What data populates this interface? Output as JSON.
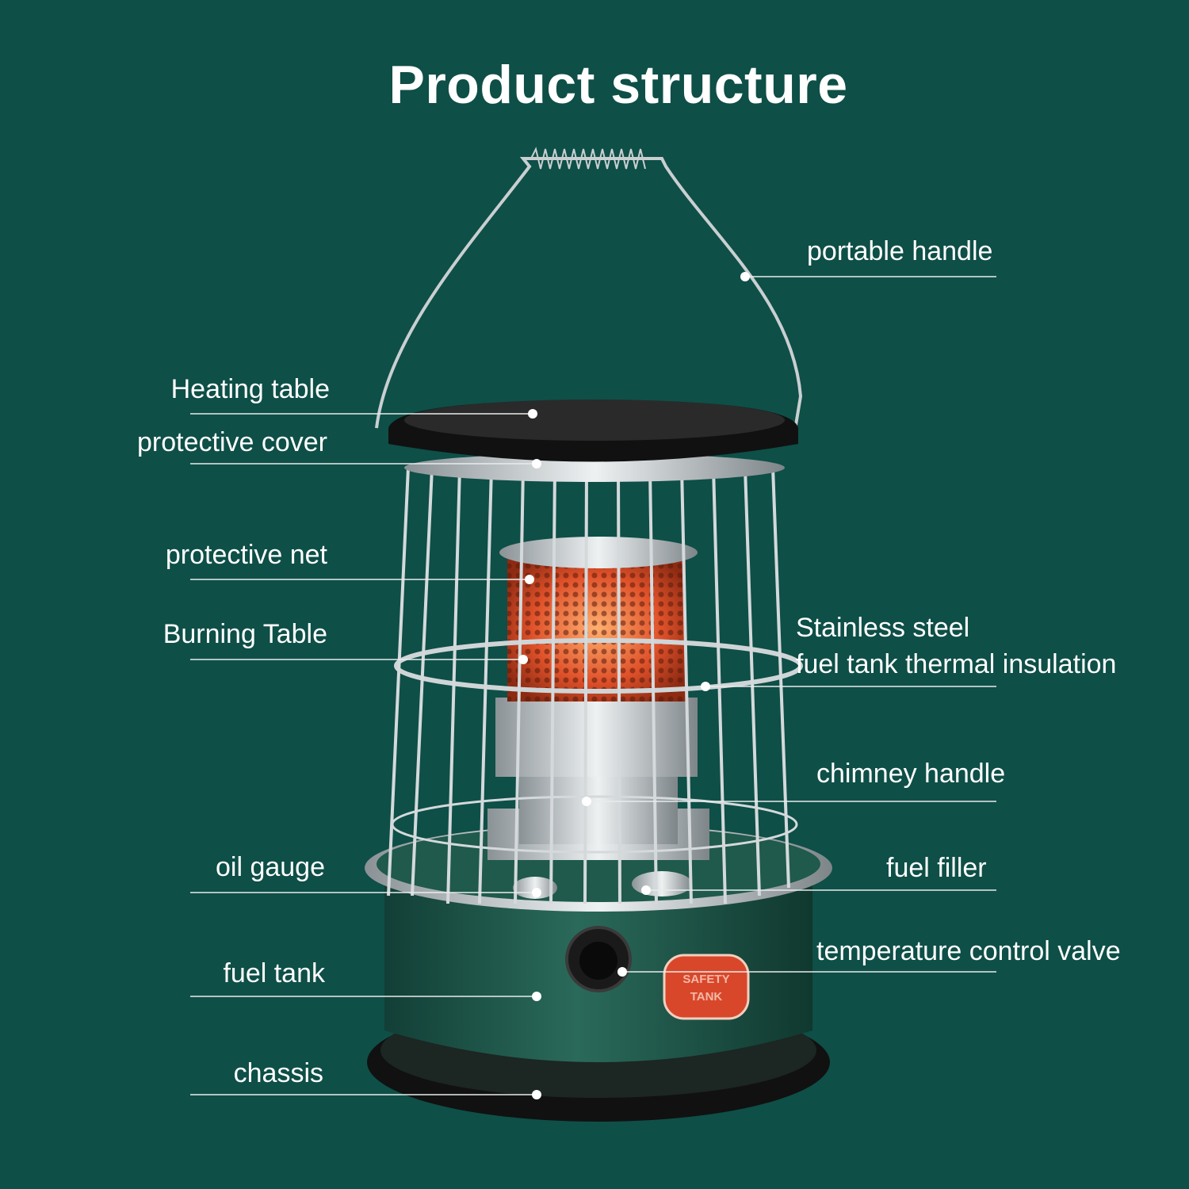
{
  "title": "Product structure",
  "labels": {
    "portable_handle": "portable handle",
    "heating_table": "Heating table",
    "protective_cover": "protective cover",
    "protective_net": "protective net",
    "burning_table": "Burning Table",
    "insulation_line1": "Stainless steel",
    "insulation_line2": "fuel tank thermal insulation",
    "chimney_handle": "chimney handle",
    "oil_gauge": "oil gauge",
    "fuel_filler": "fuel filler",
    "temperature_control_valve": "temperature control valve",
    "fuel_tank": "fuel tank",
    "chassis": "chassis"
  },
  "badge_text": "SAFETY TANK",
  "colors": {
    "background": "#0e4f47",
    "tank": "#1f5a4c",
    "flame": "#e0522a",
    "badge": "#d9472b"
  }
}
